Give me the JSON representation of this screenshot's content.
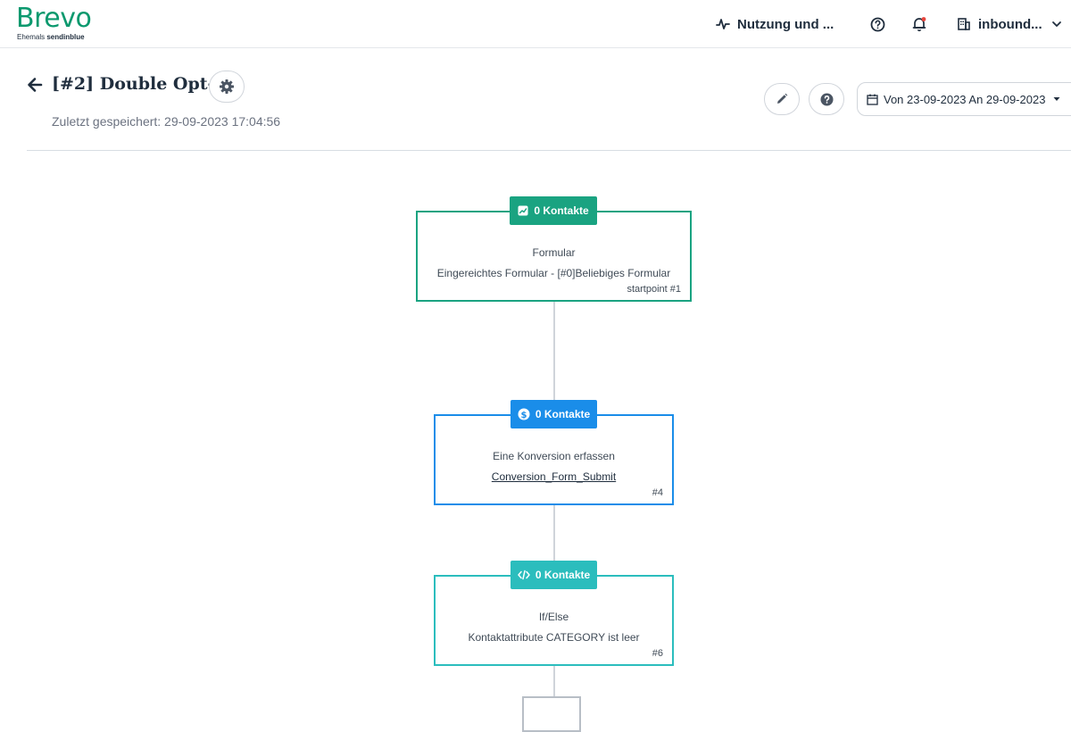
{
  "brand": {
    "name": "Brevo",
    "sub_prefix": "Ehemals",
    "sub_name": "sendinblue"
  },
  "topnav": {
    "usage_label": "Nutzung und ...",
    "account_label": "inbound..."
  },
  "header": {
    "title": "[#2] Double Opt-in",
    "saved_text": "Zuletzt gespeichert: 29-09-2023 17:04:56",
    "date_range": "Von 23-09-2023 An 29-09-2023"
  },
  "workflow": {
    "nodes": [
      {
        "badge": "0 Kontakte",
        "title": "Formular",
        "detail": "Eingereichtes Formular - [#0]Beliebiges Formular",
        "number": "startpoint #1",
        "color": "#1aa381",
        "icon": "form-icon"
      },
      {
        "badge": "0 Kontakte",
        "title": "Eine Konversion erfassen",
        "detail": "Conversion_Form_Submit",
        "number": "#4",
        "color": "#1a8de9",
        "icon": "dollar-icon"
      },
      {
        "badge": "0 Kontakte",
        "title": "If/Else",
        "detail": "Kontaktattribute CATEGORY ist leer",
        "number": "#6",
        "color": "#2bbdbd",
        "icon": "code-icon"
      }
    ]
  }
}
